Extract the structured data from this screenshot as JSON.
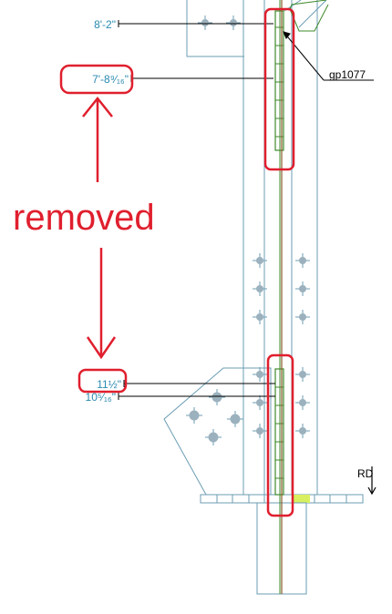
{
  "drawing": {
    "dimensions": [
      {
        "label": "8'-2\""
      },
      {
        "label": "7'-8⁹⁄₁₆\""
      },
      {
        "label": "11½\""
      },
      {
        "label": "10⁵⁄₁₆\""
      }
    ],
    "part_tag": "gp1077",
    "elevation_tag": "RD"
  },
  "annotation": {
    "text": "removed",
    "color": "#e01f2e"
  },
  "colors": {
    "outline": "#6b9db3",
    "plate_green": "#3e8a2a",
    "dimension": "#2a8ab0",
    "column_line": "#8b5a2b",
    "annotation": "#e01f2e",
    "highlight": "#d8f060"
  }
}
